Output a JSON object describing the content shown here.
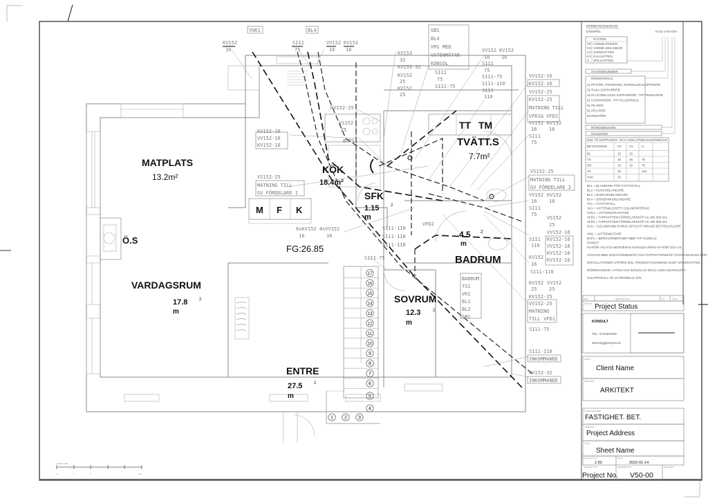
{
  "drawing": {
    "rooms": [
      {
        "name": "MATPLATS",
        "area": "13.2m²"
      },
      {
        "name": "KÖK",
        "area": "18.4m²"
      },
      {
        "name": "SFK",
        "area": "1.15",
        "unit": "m",
        "sup": "2"
      },
      {
        "name": "TVÄTT.S",
        "area": "7.7m²"
      },
      {
        "name": "BADRUM",
        "area": "4.5",
        "unit": "m",
        "sup": "2"
      },
      {
        "name": "SOVRUM",
        "area": "12.3",
        "unit": "m",
        "sup": "2"
      },
      {
        "name": "VARDAGSRUM",
        "area": "17.8",
        "unit": "m",
        "sup": "2"
      },
      {
        "name": "ENTRE",
        "area": "27.5",
        "unit": "m",
        "sup": "2"
      },
      {
        "name": "Ö.S",
        "area": ""
      }
    ],
    "appliances": {
      "m": "M",
      "f": "F",
      "k": "K",
      "tt": "TT",
      "tm": "TM"
    },
    "floor_level": "FG:26.85",
    "stair_steps": [
      "1",
      "2",
      "3",
      "4",
      "5",
      "6",
      "7",
      "8",
      "9",
      "10",
      "11",
      "12",
      "13",
      "14",
      "15",
      "16",
      "17"
    ],
    "tags": {
      "vuk1": "VUK1",
      "bl4": "BL4",
      "kv152_top": "KV152",
      "kv152_top_dim": "16",
      "s111_top": "S111",
      "s111_top_dim": "75",
      "vv152_top": "VV152",
      "vv152_top_dim": "16",
      "kv152_top2": "KV152",
      "kv152_top2_dim": "16",
      "gb1_box": [
        "GB1",
        "BL4",
        "VM1 MED",
        "VATENMÄTAR-",
        "KONSOL"
      ],
      "kv153": "KV153",
      "kv153_dim": "32",
      "kv153_32": "KV153-32",
      "kv152_a": "KV152",
      "kv152_a_dim": "25",
      "kv152_b": "KV152",
      "kv152_b_dim": "25",
      "s111_mid": "S111",
      "s111_mid_dim": "75",
      "s111_75_mid": "S111-75",
      "vv152_r": "VV152",
      "kv152_r": "KV152",
      "vv152_r_dim": "16",
      "kv152_r_dim": "16",
      "s111_r": "S111",
      "s111_r_dim": "75",
      "s111_75_r": "S111-75",
      "s111_110_r": "S111-110",
      "s111_r2": "S111",
      "s111_r2_dim": "110",
      "vfd_box": [
        "VV152-16",
        "KV152-16",
        "VV152-25",
        "KV152-25",
        "MATNING TILL",
        "VFD1& VFD2"
      ],
      "vv152_r3": "VV152",
      "kv152_r3": "KV152",
      "r3_dim": "16",
      "s111_r3": "S111",
      "s111_r3_dim": "75",
      "gv2_box": [
        "VS152-25",
        "MATNING TILL",
        "GV FÖRDELARE 2"
      ],
      "vv152_r4": "VV152",
      "kv152_r4": "KV152",
      "r4_dim": "16",
      "s111_r4": "S111",
      "s111_r4_dim": "75",
      "vs152_r": "VS152",
      "vs152_r_dim": "25",
      "stack_box": [
        "VV152-16",
        "KV152-16",
        "VV152-16",
        "KV152-16",
        "KV152-16"
      ],
      "s111_110_box": "S111",
      "s111_110_box_dim": "110",
      "kv152_r5": "KV152",
      "kv152_r5_dim": "16",
      "s111_110_r5": "S111-110",
      "kv152_r6": "KV152",
      "vv152_r6": "VV152",
      "r6_dim": "25",
      "vfd1_box": [
        "KV152-25",
        "VV152-25",
        "MATNING",
        "TILL VFD1"
      ],
      "s111_75_r6": "S111-75",
      "inkommande1": [
        "S111-110",
        "INKOMMANDE"
      ],
      "inkommande2": [
        "KV153-32",
        "INKOMMANDE"
      ],
      "badrum_box": [
        "BADRUM",
        "TS1",
        "VK1",
        "BL1",
        "BL2",
        "GB1"
      ],
      "kv152_25_kok": "KV152-25",
      "vs152_kok": "VS152",
      "vs152_kok_dim": "25",
      "bvp1": "BVP1",
      "kok_box": [
        "KV152-16",
        "VV152-16",
        "KV152-16"
      ],
      "gv1_box": [
        "VS152-25",
        "MATNING TILL",
        "GV FÖRDELARE 1"
      ],
      "mfk_pipes": "6xKV152 4xVV152",
      "mfk_dim": "16",
      "sfk_list": [
        "S111-110",
        "S111-110",
        "S111-110"
      ],
      "s111_75_low": "S111-75",
      "vfd2": "VFD2"
    },
    "scale_bar": {
      "label": "SKALA 1:50",
      "ticks": [
        "0",
        "1",
        "2",
        "5 M"
      ]
    }
  },
  "legend": {
    "title": "RÖRBETECKNINGAR:",
    "example_label": "EXEMPEL",
    "example_code": "KA11-1-54-S3A",
    "system_title": "SYSTEM",
    "systems": [
      {
        "code": "VP",
        "name": "VÄRME-PRIMÄR"
      },
      {
        "code": "VS",
        "name": "VÄRME-SEKUNDÄR"
      },
      {
        "code": "VV",
        "name": "VARMVATTEN"
      },
      {
        "code": "KV",
        "name": "KALLVATTEN"
      },
      {
        "code": "S",
        "name": "SPILLVATTEN"
      }
    ],
    "systemnummer": "SYSTEMNUMMER",
    "material_title": "RÖRMATERIAL",
    "materials": [
      "11 PP-RÖR, STANDARD, NORMALSKALOPPSRÖR",
      "31 RAKA KOPPARRÖR",
      "32 PLASTBELAGDA KOPPARRÖR, TYP PRISOLRÖR",
      "51 KOPPARRÖR, TYP PLUSPRISOL",
      "51 PE-RÖR",
      "52 PEX-RÖR",
      "53 PEM-RÖR"
    ],
    "dimension": "RÖRDIMENSION",
    "isolering": "ISOLERING",
    "dim_table": {
      "title": "DIM. PÅ KOPPLINGS- OCH ANSLUTNINGSLEDNINGAR",
      "headers": [
        "BETECKNING",
        "KV",
        "VV",
        "S"
      ],
      "rows": [
        [
          "BL",
          "16",
          "16",
          "-"
        ],
        [
          "TS",
          "16",
          "16",
          "75"
        ],
        [
          "DB",
          "16",
          "16",
          "75"
        ],
        [
          "VK",
          "16",
          "-",
          "110"
        ],
        [
          "VUK",
          "16",
          "-",
          "-"
        ]
      ]
    },
    "notes": [
      "BL1 = BLANDARE FÖR TVÄTTSTÄLL",
      "BL2 = DUSCHBLANDARE",
      "BL3 = BADKARSBLANDARE",
      "BL4 = DISKBÄNKSBLANDARE",
      "TV1 = TVÄTTSTÄLL",
      "VK1 = VATTENKLOSETT GOLVMONTERAD",
      "VUK1 = VATTENUTKASTARE",
      "VFD1 = TAPPVATTEN FÖRDELARSKÅP LK UNI 350 mm",
      "VFD2 = TAPPVATTEN FÖRDELARSKÅP LK UNI 550 mm",
      "GV1 = GOLVBRUNN PURUS SPYGATT BRAGE BOTTENUTLOPP",
      "VM1 = VATTENMÄTARE",
      "BVP1 = BERGVÄRMEPUMP NIBE TYP S1255-12",
      "ÖVRIGT",
      "KV-RÖR I PLATTA MONTERAS AVSKILDA FRÅN VV RÖR OCH VS.",
      "VÄGGAR MED GOLVVÄRMESKÅP OCH TAPPVATTENSKÅP VÄGGTJOCKLEK BÖR VARA MIN. 200mm.",
      "INSTALLATIONER UTFÖRS ENL. PRODUKTANVISNING SAMT SÄKERVATTEN.",
      "RÖRDRAGNING I VÄGG OCH BJÄLKLAG SKALL VARA SKARVLÖST.",
      "AVLOPPSFALL ÄR 10 PROMILLE 10%"
    ]
  },
  "title_block": {
    "rev_headers": [
      "REV",
      "DESCRIPTION",
      "BY",
      "DATE"
    ],
    "status_label": "STATUS",
    "status": "Project Status",
    "konsult_label": "KONSULT",
    "tel": "TEL: 0722567508",
    "web": "www.bygglovstyra.se",
    "client_label": "KUND",
    "client": "Client Name",
    "architect_label": "ARKITEKT",
    "architect": "ARKITEKT",
    "property_label": "FASTIGHETSBET.",
    "property": "FASTIGHET. BET.",
    "address_label": "ADDRESS",
    "address": "Project Address",
    "title_label": "TITLE",
    "sheet_name": "Sheet Name",
    "scale_label": "SCALE AT A3",
    "scale": "1:50",
    "date_label": "DATE",
    "date": "2022-01-14",
    "project_no_label": "PROJECT NO.",
    "project_no": "Project No.",
    "drawing_no_label": "DRAWING NO.",
    "drawing_no": "V50-00",
    "revision_label": "REVISION",
    "revision": ""
  }
}
